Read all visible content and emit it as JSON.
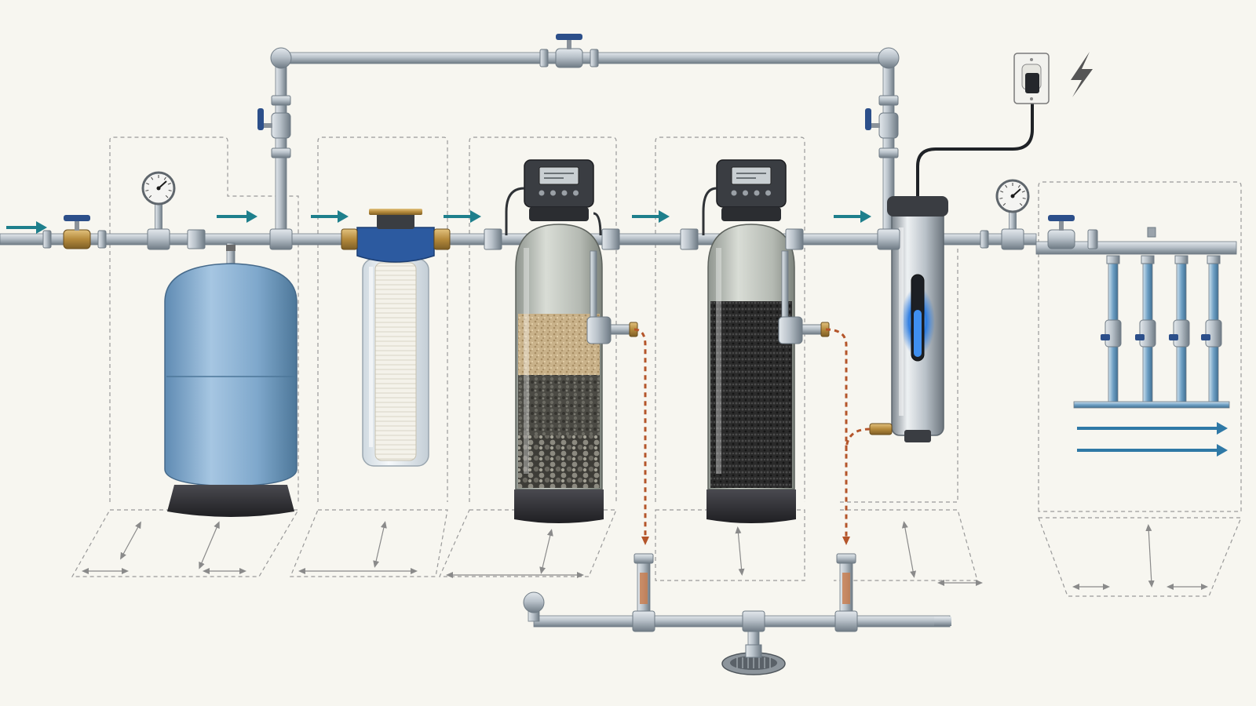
{
  "colors": {
    "background": "#f7f6f0",
    "pipe": "#aeb7bf",
    "pipe_dark": "#6f7b85",
    "pipe_light": "#e3e8ec",
    "flow_arrow": "#1e7f8c",
    "outlet_arrow": "#2f79a6",
    "drain_line": "#b4552a",
    "pressure_tank": "#7fa8cc",
    "tank_base": "#2f2f33",
    "filter_cap": "#2c5aa0",
    "valve_handle": "#2c4f8a",
    "brass": "#b58a3c",
    "uv_glow": "#2b7be0",
    "layout_dash": "#9a9a9a",
    "media_sand": "#c9b28a",
    "media_gravel": "#4b4a44",
    "media_carbon": "#2a2a2a",
    "lightning": "#555555"
  },
  "icons": {
    "pressure_gauge": "pressure-gauge-icon",
    "shutoff_valve": "ball-valve-icon",
    "power_outlet": "power-outlet-icon",
    "electricity": "lightning-bolt-icon",
    "floor_drain": "floor-drain-icon",
    "flow_direction": "flow-arrow-icon"
  },
  "diagram": {
    "stages": [
      {
        "id": "pressure-tank",
        "kind": "pressure tank",
        "icon": "pressure-tank-icon"
      },
      {
        "id": "sediment-filter",
        "kind": "sediment cartridge filter",
        "icon": "sediment-filter-icon"
      },
      {
        "id": "media-filter",
        "kind": "backwashing multimedia filter",
        "icon": "media-filter-tank-icon",
        "media_layers": [
          "sand",
          "gravel",
          "coarse gravel"
        ]
      },
      {
        "id": "carbon-filter",
        "kind": "backwashing carbon filter",
        "icon": "carbon-filter-tank-icon",
        "media_layers": [
          "carbon"
        ]
      },
      {
        "id": "uv-sterilizer",
        "kind": "UV sterilizer",
        "icon": "uv-sterilizer-icon"
      },
      {
        "id": "distribution-manifold",
        "kind": "distribution manifold",
        "icon": "manifold-icon",
        "branches": 4
      }
    ],
    "bypass_valves": 3,
    "pressure_gauges": 2,
    "drain_lines": 2,
    "outlet_arrows": 2
  }
}
